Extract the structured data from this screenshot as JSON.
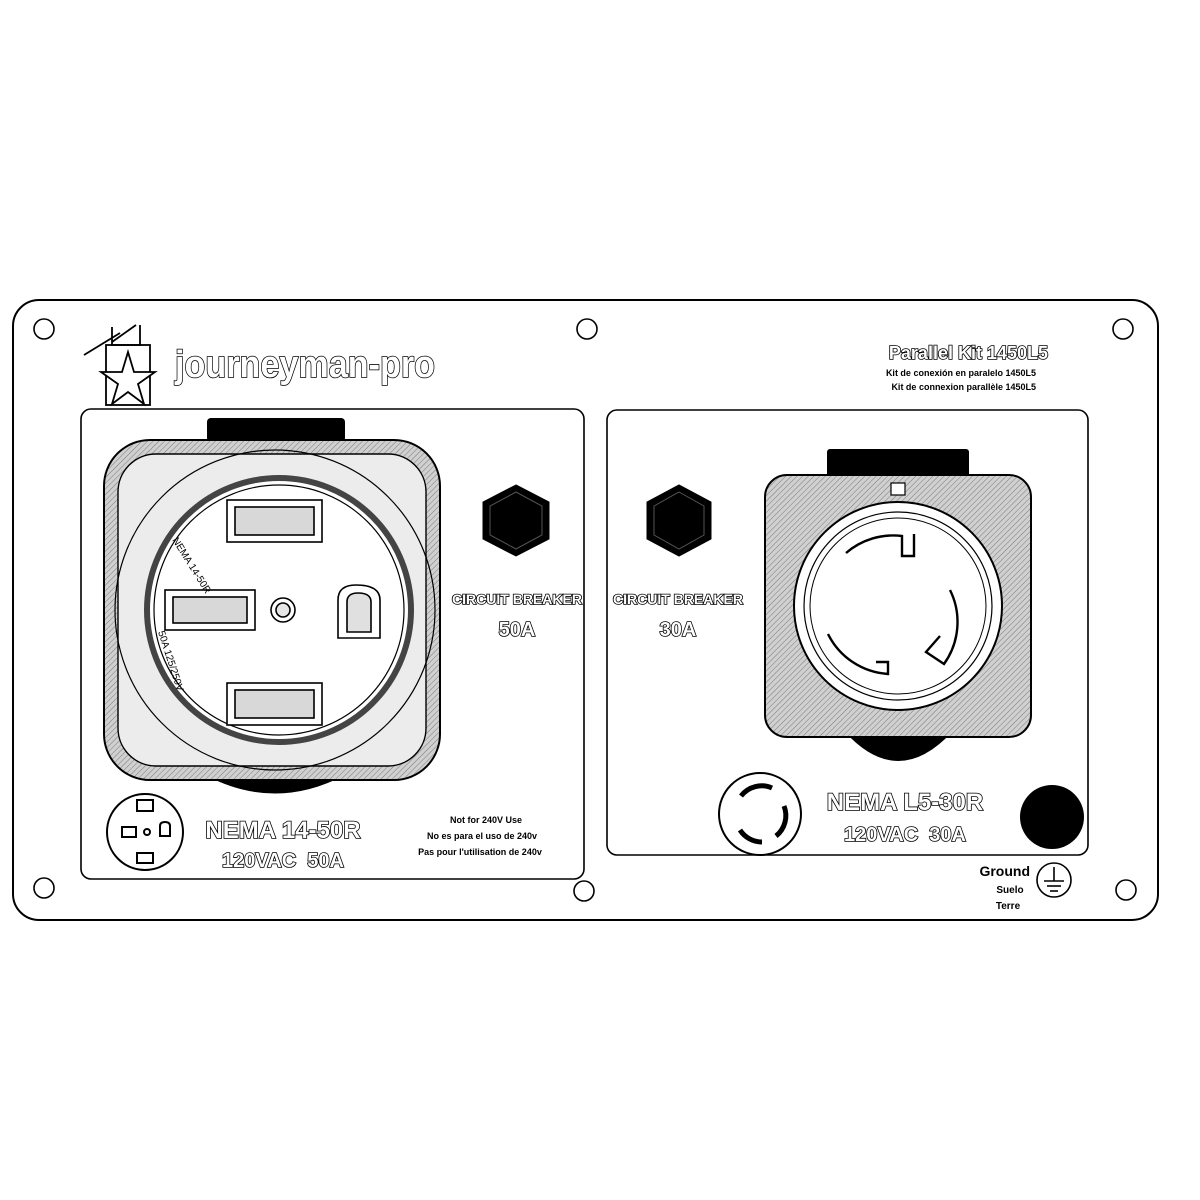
{
  "brand": {
    "name": "journeyman-pro"
  },
  "kit": {
    "title": "Parallel Kit 1450L5",
    "subtitle_es": "Kit de conexión en paralelo 1450L5",
    "subtitle_fr": "Kit de connexion parallèle 1450L5"
  },
  "left_outlet": {
    "name": "NEMA 14-50R",
    "rating": "120VAC  50A",
    "face_label_top": "NEMA 14-50R",
    "face_label_bottom": "50A 125/250V",
    "warning_en": "Not for 240V Use",
    "warning_es": "No es para el uso de 240v",
    "warning_fr": "Pas pour l'utilisation de 240v"
  },
  "breaker_left": {
    "label": "CIRCUIT BREAKER",
    "rating": "50A"
  },
  "breaker_right": {
    "label": "CIRCUIT BREAKER",
    "rating": "30A"
  },
  "right_outlet": {
    "name": "NEMA L5-30R",
    "rating": "120VAC  30A"
  },
  "ground": {
    "label_en": "Ground",
    "label_es": "Suelo",
    "label_fr": "Terre"
  },
  "colors": {
    "line": "#000000",
    "hatch_fill": "#c8c8c8",
    "background": "#ffffff"
  }
}
